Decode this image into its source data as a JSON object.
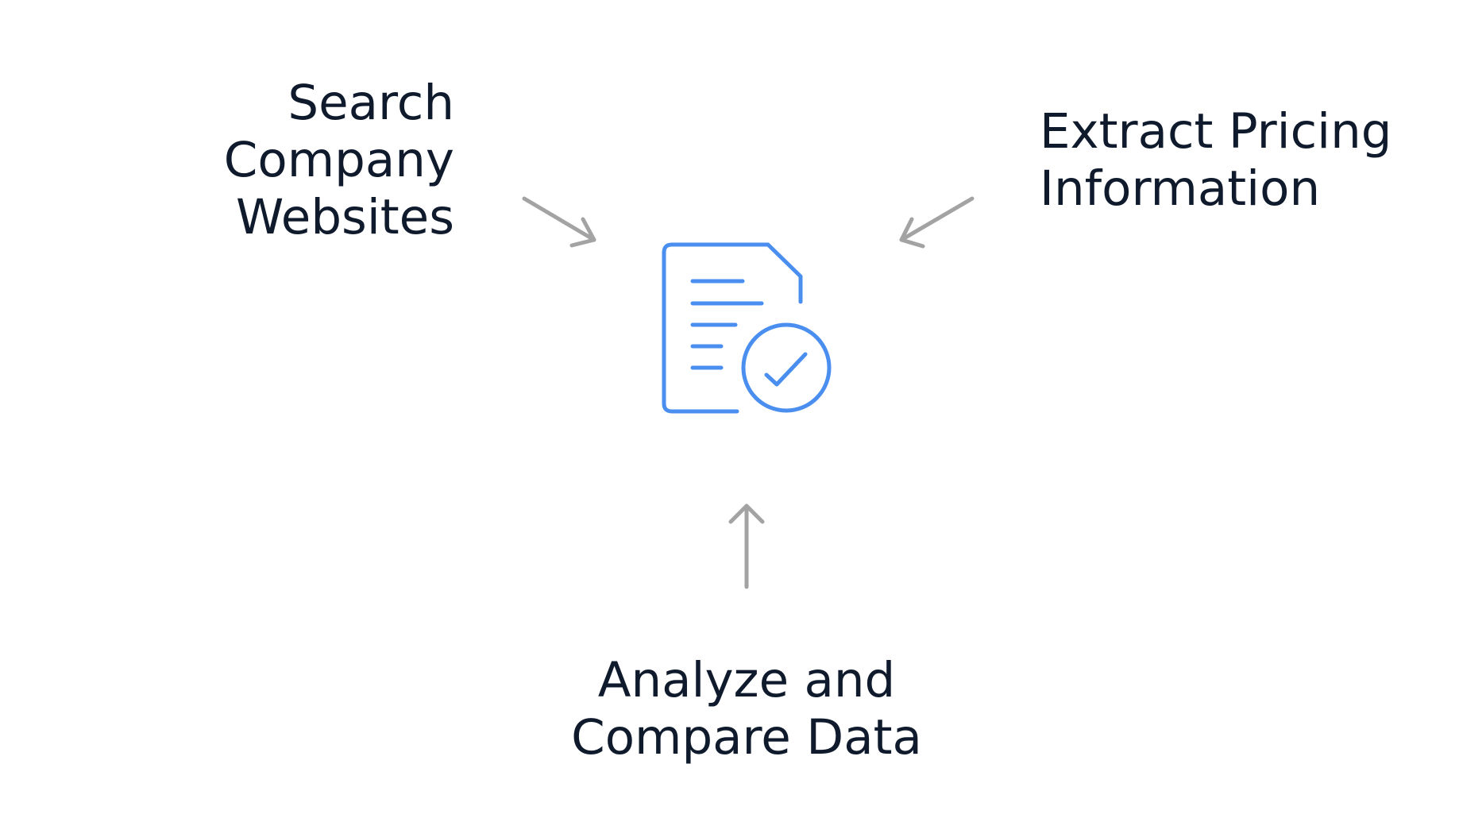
{
  "nodes": {
    "search": {
      "lines": [
        "Search",
        "Company",
        "Websites"
      ]
    },
    "extract": {
      "lines": [
        "Extract Pricing",
        "Information"
      ]
    },
    "analyze": {
      "lines": [
        "Analyze and",
        "Compare Data"
      ]
    }
  },
  "center_icon": {
    "icon": "document-check-icon",
    "color": "#4a8ff0"
  },
  "arrows": {
    "color": "#a3a3a3"
  },
  "text_color": "#0f1b2d"
}
